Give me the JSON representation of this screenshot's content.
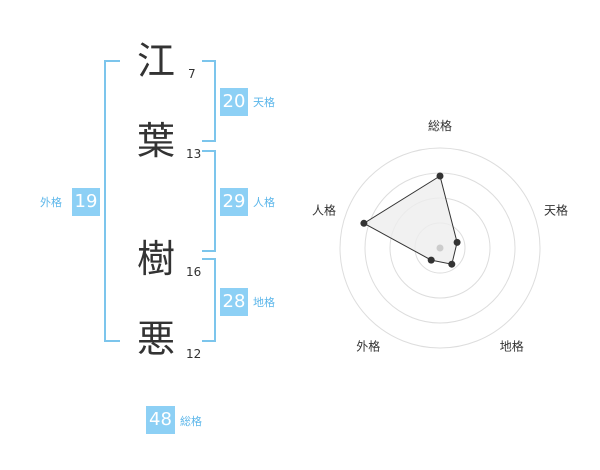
{
  "name": {
    "chars": [
      {
        "char": "江",
        "strokes": "7"
      },
      {
        "char": "葉",
        "strokes": "13"
      },
      {
        "char": "樹",
        "strokes": "16"
      },
      {
        "char": "悪",
        "strokes": "12"
      }
    ]
  },
  "fortunes": {
    "tenkaku": {
      "label": "天格",
      "value": "20"
    },
    "jinkaku": {
      "label": "人格",
      "value": "29"
    },
    "chikaku": {
      "label": "地格",
      "value": "28"
    },
    "gaikaku": {
      "label": "外格",
      "value": "19"
    },
    "soukaku": {
      "label": "総格",
      "value": "48"
    }
  },
  "chart_data": {
    "type": "radar",
    "axes": [
      "総格",
      "天格",
      "地格",
      "外格",
      "人格"
    ],
    "values": [
      0.72,
      0.18,
      0.2,
      0.15,
      0.8
    ],
    "rings": 4,
    "colors": {
      "fill": "#eeeeee",
      "line": "#333333",
      "grid": "#dddddd",
      "point": "#333333",
      "center": "#cccccc"
    }
  }
}
